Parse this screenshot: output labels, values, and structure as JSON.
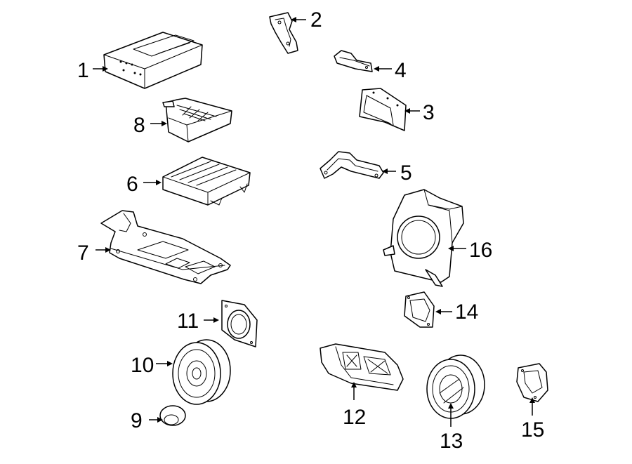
{
  "callouts": [
    {
      "id": "1",
      "label": "1"
    },
    {
      "id": "2",
      "label": "2"
    },
    {
      "id": "3",
      "label": "3"
    },
    {
      "id": "4",
      "label": "4"
    },
    {
      "id": "5",
      "label": "5"
    },
    {
      "id": "6",
      "label": "6"
    },
    {
      "id": "7",
      "label": "7"
    },
    {
      "id": "8",
      "label": "8"
    },
    {
      "id": "9",
      "label": "9"
    },
    {
      "id": "10",
      "label": "10"
    },
    {
      "id": "11",
      "label": "11"
    },
    {
      "id": "12",
      "label": "12"
    },
    {
      "id": "13",
      "label": "13"
    },
    {
      "id": "14",
      "label": "14"
    },
    {
      "id": "15",
      "label": "15"
    },
    {
      "id": "16",
      "label": "16"
    }
  ],
  "colors": {
    "line": "#000000",
    "background": "#ffffff"
  }
}
